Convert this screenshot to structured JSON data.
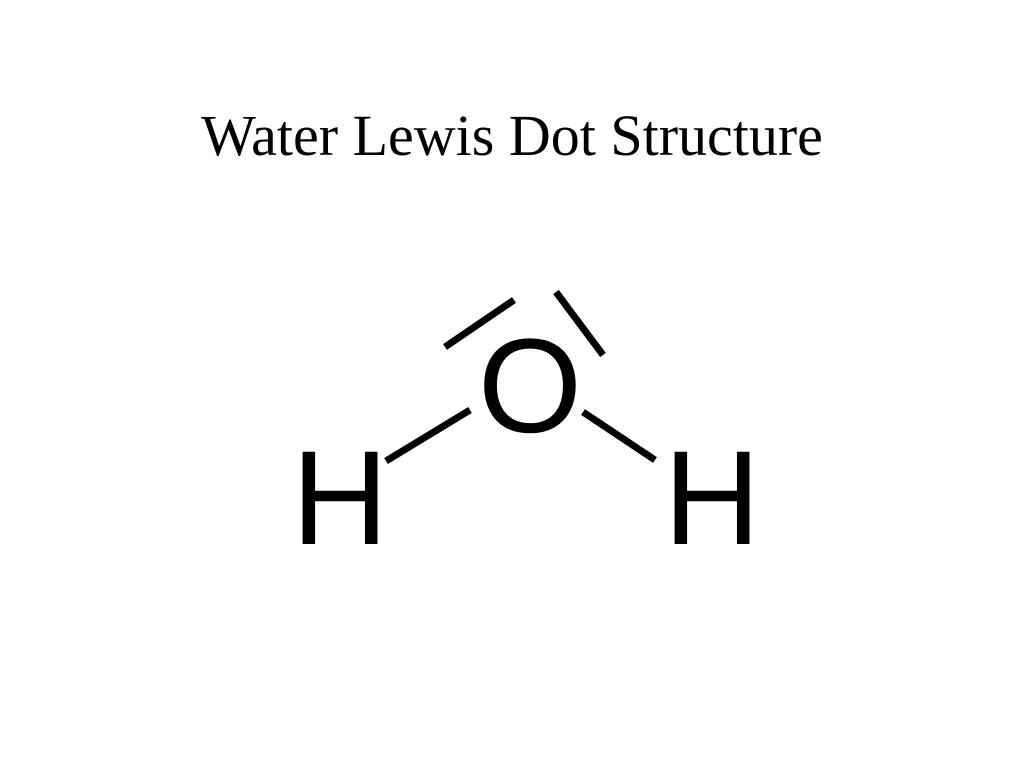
{
  "slide": {
    "title": "Water Lewis Dot Structure"
  },
  "molecule": {
    "atoms": {
      "oxygen": "O",
      "hydrogen_left": "H",
      "hydrogen_right": "H"
    }
  },
  "colors": {
    "background": "#ffffff",
    "ink": "#000000"
  }
}
